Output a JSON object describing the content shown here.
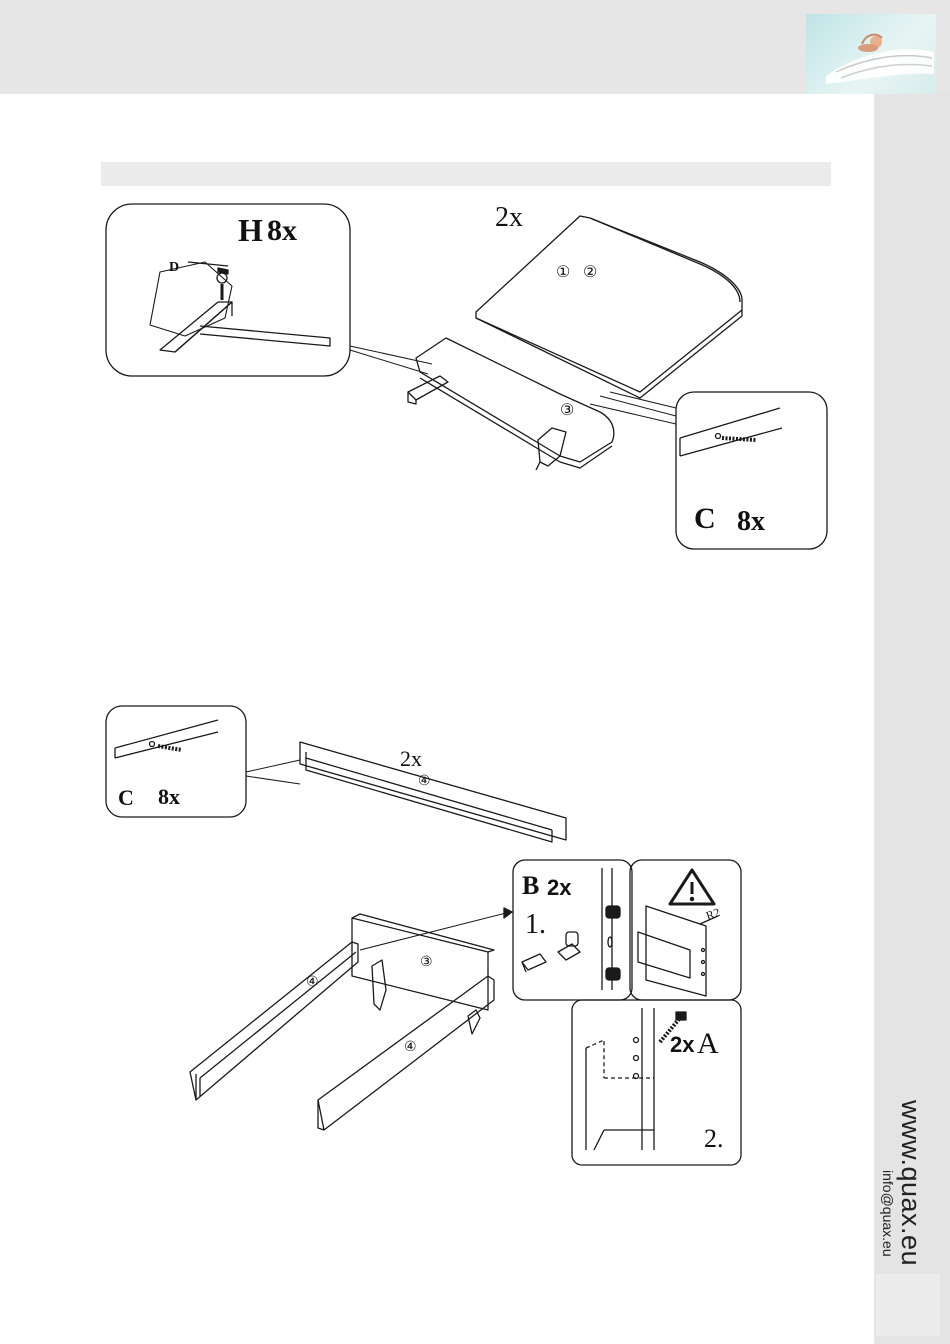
{
  "sidebar": {
    "website": "www.quax.eu",
    "email": "info@quax.eu"
  },
  "step1": {
    "inset_h": {
      "letter": "H",
      "count": "8x",
      "sub_label": "D"
    },
    "qty": "2x",
    "part_1": "①",
    "part_2": "②",
    "part_3": "③",
    "inset_c": {
      "letter": "C",
      "count": "8x"
    }
  },
  "step2": {
    "inset_c": {
      "letter": "C",
      "count": "8x"
    },
    "qty": "2x",
    "part_4_top": "④",
    "part_3": "③",
    "part_4_left": "④",
    "part_4_right": "④",
    "inset_b": {
      "letter": "B",
      "count": "2x",
      "step": "1."
    },
    "inset_warning": {
      "label": "R2"
    },
    "inset_a": {
      "count": "2x",
      "letter": "A",
      "step": "2."
    }
  }
}
